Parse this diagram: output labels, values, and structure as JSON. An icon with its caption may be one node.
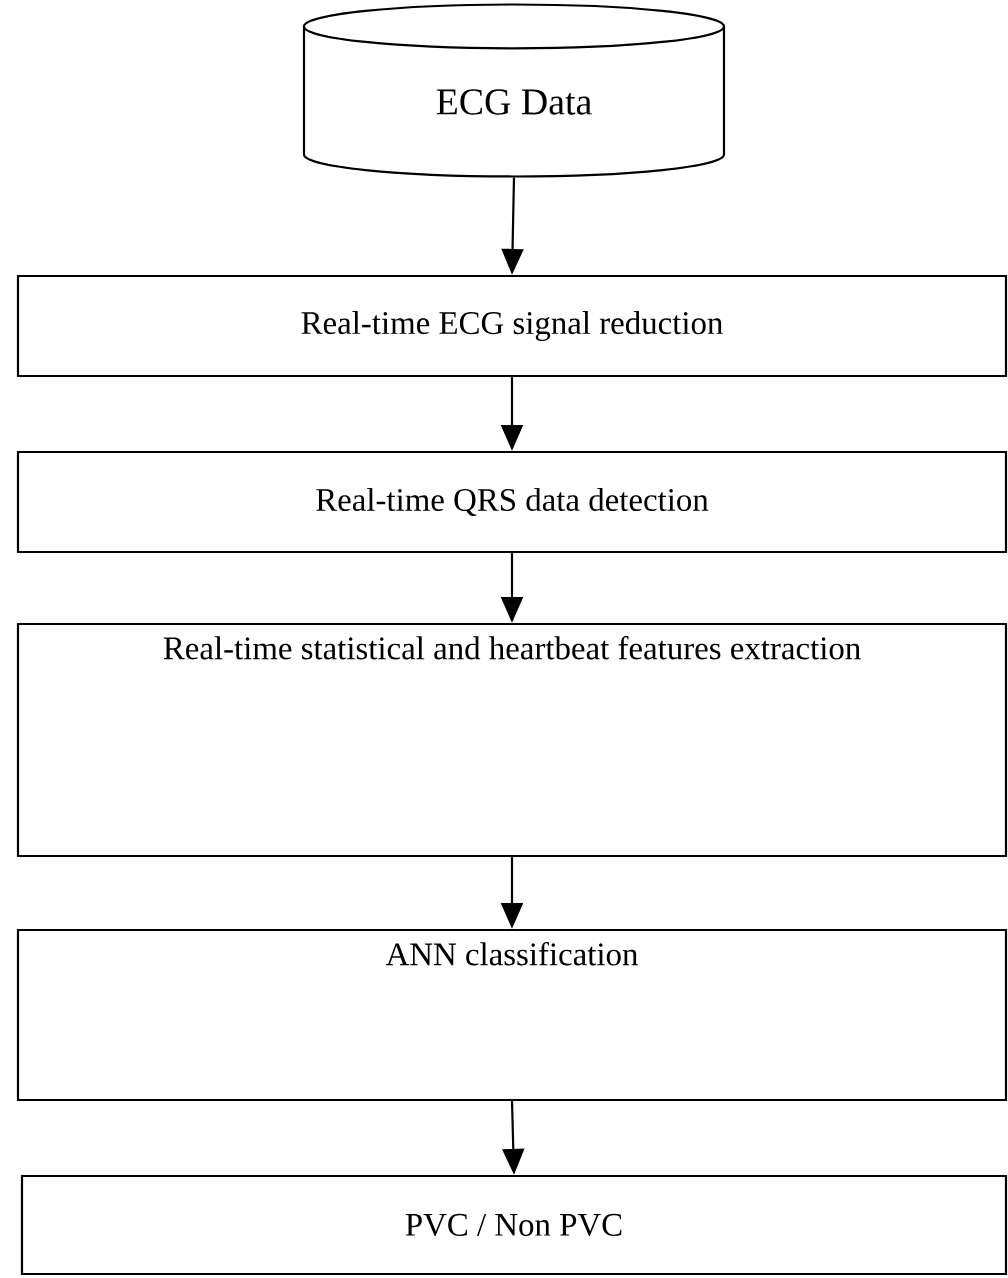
{
  "diagram": {
    "nodes": [
      {
        "text": [
          "ECG Data"
        ]
      },
      {
        "text": [
          "Real-time ECG signal reduction"
        ]
      },
      {
        "text": [
          "Real-time QRS data detection"
        ]
      },
      {
        "text": [
          "Real-time statistical and heartbeat features extraction"
        ]
      },
      {
        "text": [
          "ANN classification"
        ]
      },
      {
        "text": [
          "PVC / Non PVC"
        ]
      }
    ],
    "edges": [
      {
        "from": 0,
        "to": 1,
        "arrow": "to"
      },
      {
        "from": 1,
        "to": 2,
        "arrow": "to"
      },
      {
        "from": 2,
        "to": 3,
        "arrow": "to"
      },
      {
        "from": 3,
        "to": 4,
        "arrow": "to"
      },
      {
        "from": 4,
        "to": 5,
        "arrow": "to"
      }
    ]
  }
}
